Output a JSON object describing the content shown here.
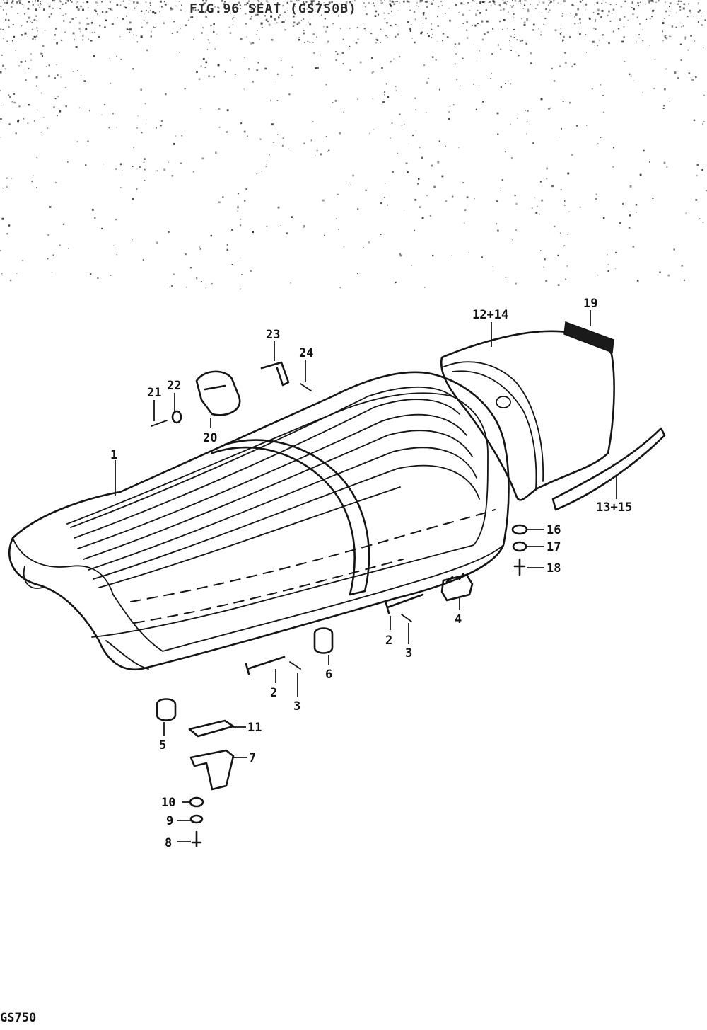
{
  "figure": {
    "title": "FIG.96 SEAT (GS750B)",
    "model": "GS750",
    "ink_color": "#141414",
    "paper_color": "#ffffff"
  },
  "callouts": [
    {
      "id": "c1",
      "label": "1"
    },
    {
      "id": "c2a",
      "label": "2"
    },
    {
      "id": "c3a",
      "label": "3"
    },
    {
      "id": "c2b",
      "label": "2"
    },
    {
      "id": "c3b",
      "label": "3"
    },
    {
      "id": "c4",
      "label": "4"
    },
    {
      "id": "c5",
      "label": "5"
    },
    {
      "id": "c6",
      "label": "6"
    },
    {
      "id": "c7",
      "label": "7"
    },
    {
      "id": "c8",
      "label": "8"
    },
    {
      "id": "c9",
      "label": "9"
    },
    {
      "id": "c10",
      "label": "10"
    },
    {
      "id": "c11",
      "label": "11"
    },
    {
      "id": "c12",
      "label": "12+14"
    },
    {
      "id": "c13",
      "label": "13+15"
    },
    {
      "id": "c16",
      "label": "16"
    },
    {
      "id": "c17",
      "label": "17"
    },
    {
      "id": "c18",
      "label": "18"
    },
    {
      "id": "c19",
      "label": "19"
    },
    {
      "id": "c20",
      "label": "20"
    },
    {
      "id": "c21",
      "label": "21"
    },
    {
      "id": "c22",
      "label": "22"
    },
    {
      "id": "c23",
      "label": "23"
    },
    {
      "id": "c24",
      "label": "24"
    }
  ]
}
